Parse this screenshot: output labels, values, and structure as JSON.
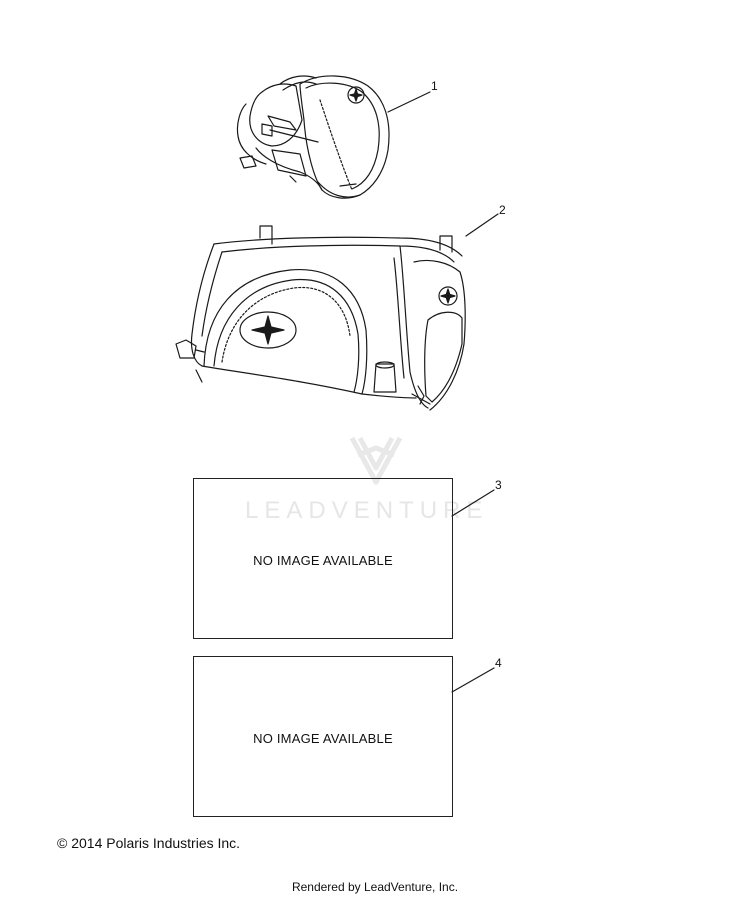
{
  "callouts": [
    "1",
    "2",
    "3",
    "4"
  ],
  "placeholders": [
    {
      "text": "NO IMAGE AVAILABLE"
    },
    {
      "text": "NO IMAGE AVAILABLE"
    }
  ],
  "watermark": "LEADVENTURE",
  "copyright": "© 2014 Polaris Industries Inc.",
  "rendered_by": "Rendered by LeadVenture, Inc."
}
